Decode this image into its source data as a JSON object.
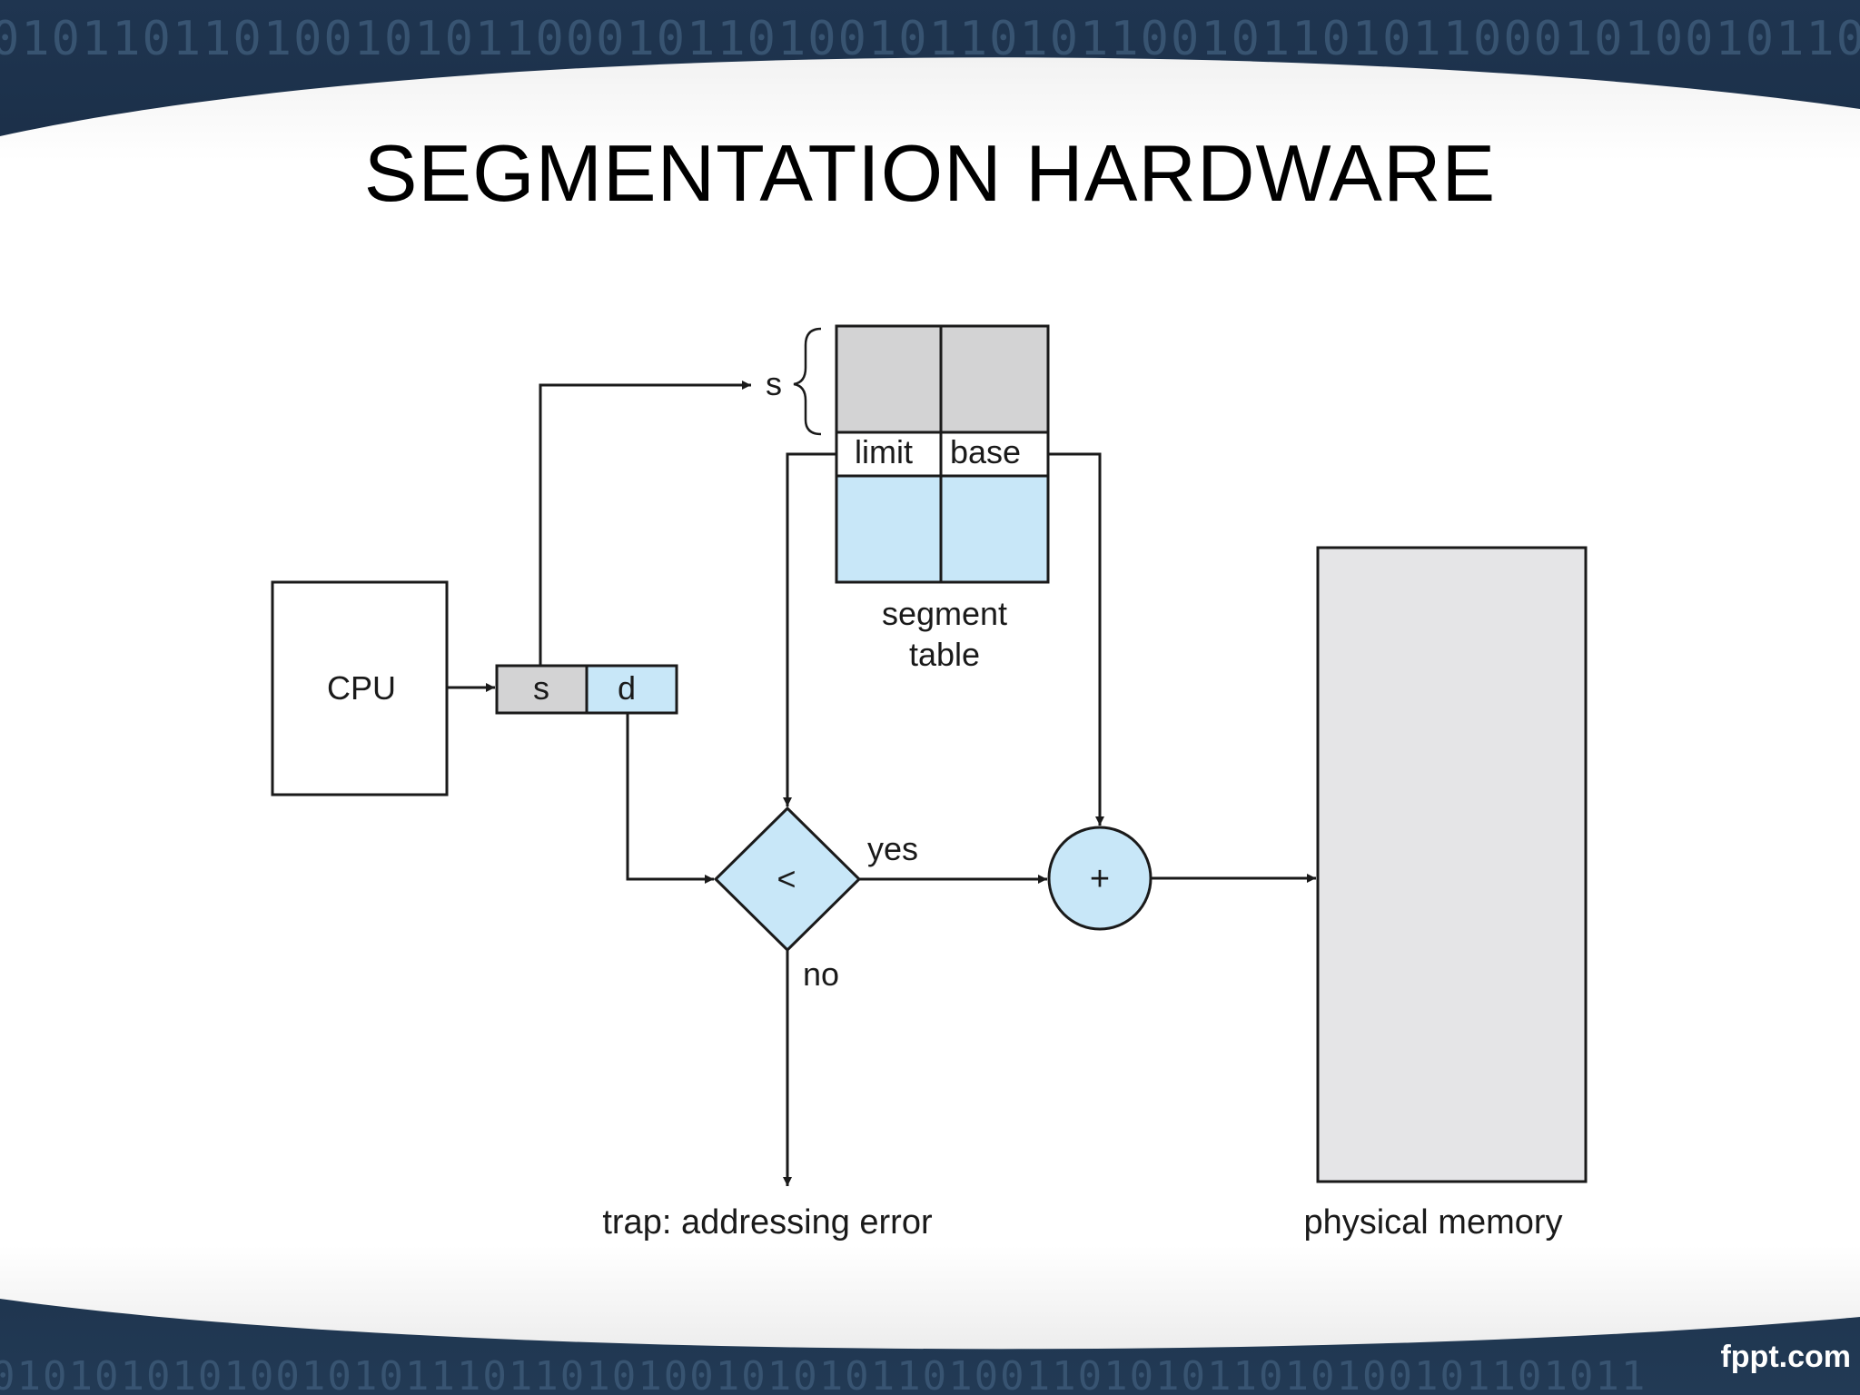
{
  "slide": {
    "title": "SEGMENTATION HARDWARE",
    "credit": "fppt.com"
  },
  "background": {
    "binary_text_top": "0101101101001010110001011010010110101100101101011000101001011010",
    "binary_text_bottom": "0101010101001010111011010100101010110100110101011010100101101011"
  },
  "diagram": {
    "cpu_label": "CPU",
    "address": {
      "segment": "s",
      "offset": "d"
    },
    "selector_label": "s",
    "table_headers": {
      "limit": "limit",
      "base": "base"
    },
    "table_caption_line1": "segment",
    "table_caption_line2": "table",
    "comparator_symbol": "<",
    "adder_symbol": "+",
    "yes_label": "yes",
    "no_label": "no",
    "trap_label": "trap: addressing error",
    "memory_label": "physical memory"
  },
  "colors": {
    "gray_fill": "#d3d3d4",
    "blue_fill": "#c8e7f8",
    "memory_fill": "#e5e5e7",
    "stroke": "#1a1a1a",
    "slide_dark": "#0b1a2c"
  }
}
